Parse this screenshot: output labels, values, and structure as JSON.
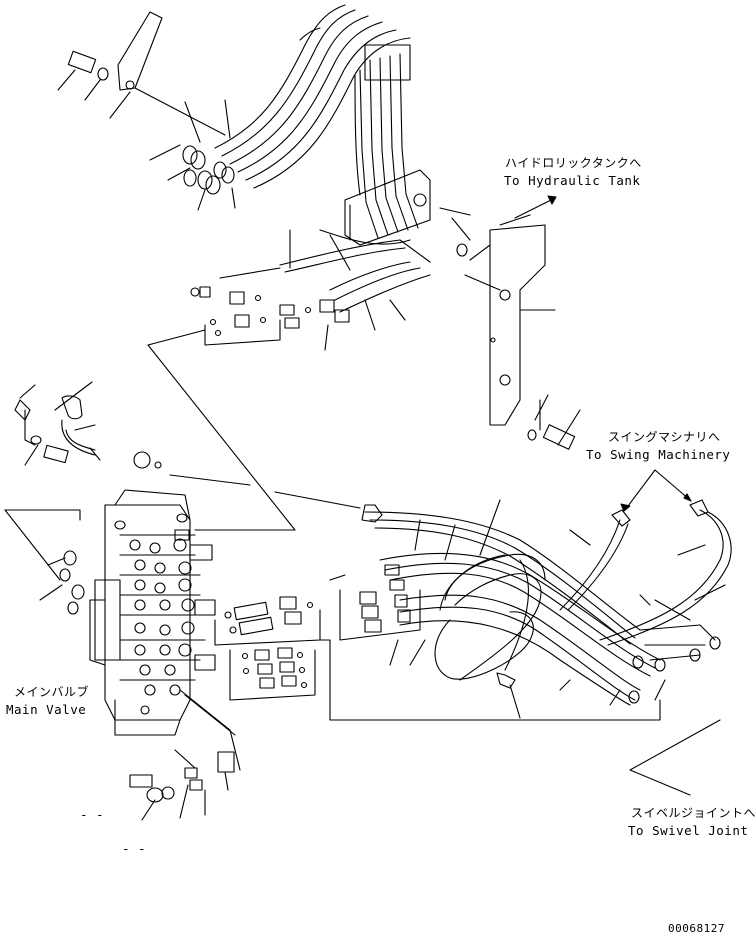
{
  "labels": {
    "tank_ja": "ハイドロリックタンクへ",
    "tank_en": "To Hydraulic Tank",
    "swing_ja": "スイングマシナリへ",
    "swing_en": "To Swing Machinery",
    "main_ja": "メインバルブ",
    "main_en": "Main Valve",
    "swivel_ja": "スイベルジョイントへ",
    "swivel_en": "To Swivel Joint",
    "drawing_no": "00068127",
    "dash_a": "- -",
    "dash_b": "- -"
  }
}
